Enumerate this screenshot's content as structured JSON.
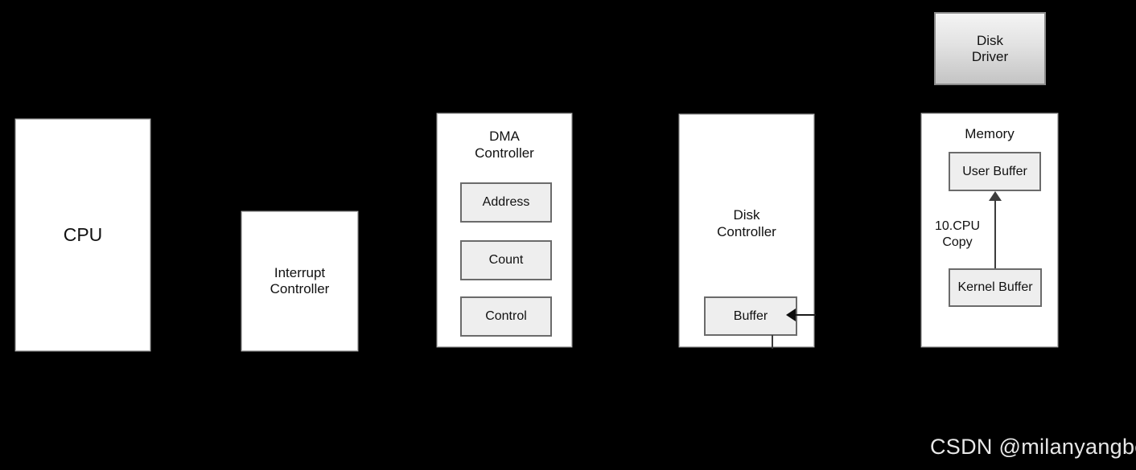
{
  "diagram": {
    "background_color": "#000000",
    "box_fill": "#ffffff",
    "inner_fill": "#eeeeee",
    "stroke_color": "#6b6b6b",
    "text_color": "#111111"
  },
  "nodes": {
    "cpu": {
      "label": "CPU"
    },
    "interrupt_controller": {
      "line1": "Interrupt",
      "line2": "Controller"
    },
    "dma_controller": {
      "line1": "DMA",
      "line2": "Controller",
      "registers": [
        {
          "label": "Address"
        },
        {
          "label": "Count"
        },
        {
          "label": "Control"
        }
      ]
    },
    "disk_controller": {
      "line1": "Disk",
      "line2": "Controller",
      "buffer": {
        "label": "Buffer"
      }
    },
    "memory": {
      "title": "Memory",
      "user_buffer": {
        "label": "User Buffer"
      },
      "kernel_buffer": {
        "label": "Kernel Buffer"
      }
    },
    "disk_driver": {
      "line1": "Disk",
      "line2": "Driver"
    }
  },
  "annotations": {
    "cpu_copy": {
      "line1": "10.CPU",
      "line2": "Copy"
    }
  },
  "watermark": {
    "text": "CSDN @milanyangbo"
  }
}
